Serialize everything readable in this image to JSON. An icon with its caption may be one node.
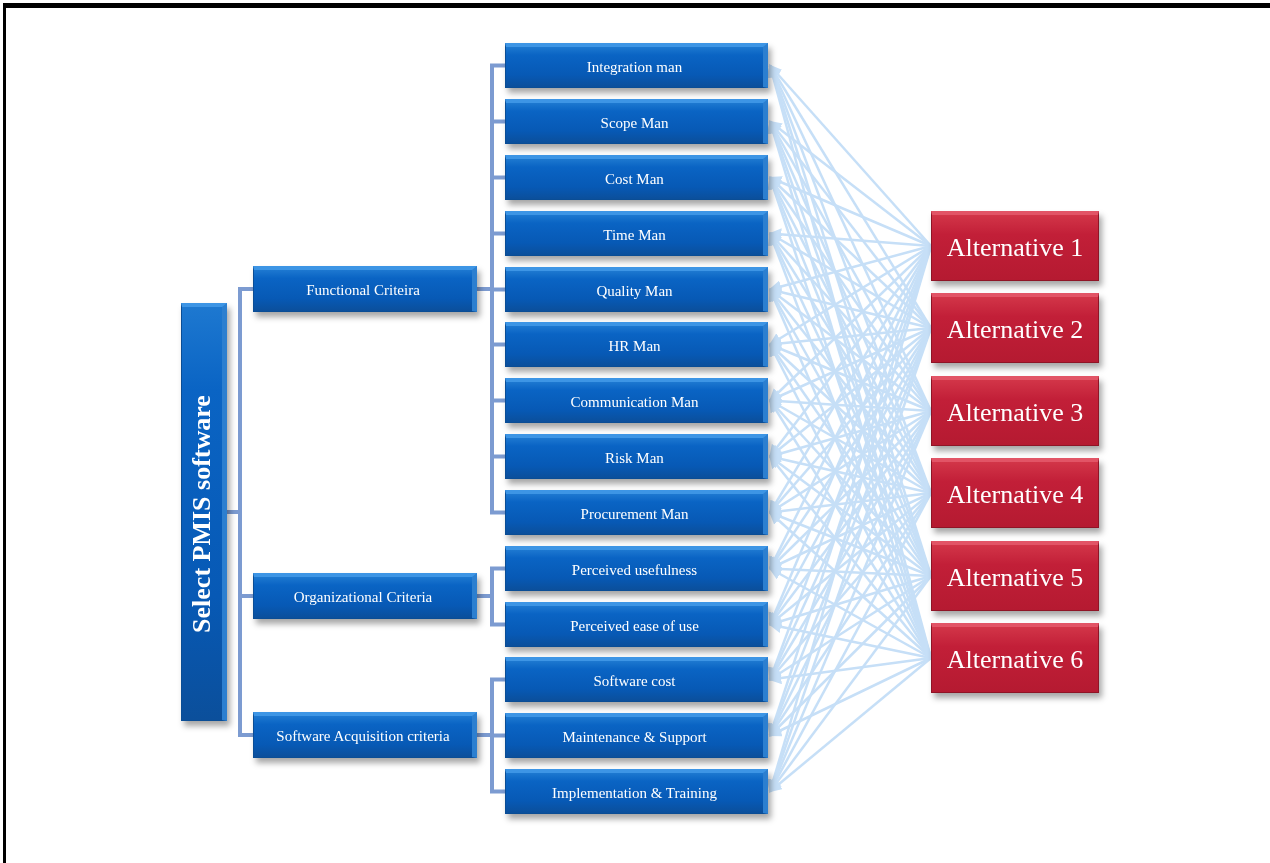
{
  "diagram": {
    "nodes": [
      {
        "text": [
          "Select PMIS software"
        ]
      },
      {
        "text": [
          "Functional Criteira"
        ]
      },
      {
        "text": [
          "Integration man"
        ]
      },
      {
        "text": [
          "Scope Man"
        ]
      },
      {
        "text": [
          "Cost Man"
        ]
      },
      {
        "text": [
          "Time Man"
        ]
      },
      {
        "text": [
          "Quality Man"
        ]
      },
      {
        "text": [
          "HR Man"
        ]
      },
      {
        "text": [
          "Communication Man"
        ]
      },
      {
        "text": [
          "Risk Man"
        ]
      },
      {
        "text": [
          "Procurement Man"
        ]
      },
      {
        "text": [
          "Organizational Criteria"
        ]
      },
      {
        "text": [
          "Perceived usefulness"
        ]
      },
      {
        "text": [
          "Perceived ease of use"
        ]
      },
      {
        "text": [
          "Software Acquisition criteria"
        ]
      },
      {
        "text": [
          "Software cost"
        ]
      },
      {
        "text": [
          "Maintenance & Support"
        ]
      },
      {
        "text": [
          "Implementation & Training"
        ]
      },
      {
        "text": [
          "Alternative 1"
        ]
      },
      {
        "text": [
          "Alternative 2"
        ]
      },
      {
        "text": [
          "Alternative 3"
        ]
      },
      {
        "text": [
          "Alternative 4"
        ]
      },
      {
        "text": [
          "Alternative 5"
        ]
      },
      {
        "text": [
          "Alternative 6"
        ]
      }
    ],
    "edges": [
      {
        "from": 0,
        "to": 1,
        "arrow": "none"
      },
      {
        "from": 0,
        "to": 11,
        "arrow": "none"
      },
      {
        "from": 0,
        "to": 14,
        "arrow": "none"
      },
      {
        "from": 1,
        "to": 2,
        "arrow": "none"
      },
      {
        "from": 1,
        "to": 3,
        "arrow": "none"
      },
      {
        "from": 1,
        "to": 4,
        "arrow": "none"
      },
      {
        "from": 1,
        "to": 5,
        "arrow": "none"
      },
      {
        "from": 1,
        "to": 6,
        "arrow": "none"
      },
      {
        "from": 1,
        "to": 7,
        "arrow": "none"
      },
      {
        "from": 1,
        "to": 8,
        "arrow": "none"
      },
      {
        "from": 1,
        "to": 9,
        "arrow": "none"
      },
      {
        "from": 1,
        "to": 10,
        "arrow": "none"
      },
      {
        "from": 11,
        "to": 12,
        "arrow": "none"
      },
      {
        "from": 11,
        "to": 13,
        "arrow": "none"
      },
      {
        "from": 14,
        "to": 15,
        "arrow": "none"
      },
      {
        "from": 14,
        "to": 16,
        "arrow": "none"
      },
      {
        "from": 14,
        "to": 17,
        "arrow": "none"
      },
      {
        "from": 18,
        "to": 2,
        "arrow": "to",
        "color": "#c6dff7"
      },
      {
        "from": 18,
        "to": 3,
        "arrow": "to",
        "color": "#c6dff7"
      },
      {
        "from": 18,
        "to": 4,
        "arrow": "to",
        "color": "#c6dff7"
      },
      {
        "from": 18,
        "to": 5,
        "arrow": "to",
        "color": "#c6dff7"
      },
      {
        "from": 18,
        "to": 6,
        "arrow": "to",
        "color": "#c6dff7"
      },
      {
        "from": 18,
        "to": 7,
        "arrow": "to",
        "color": "#c6dff7"
      },
      {
        "from": 18,
        "to": 8,
        "arrow": "to",
        "color": "#c6dff7"
      },
      {
        "from": 18,
        "to": 9,
        "arrow": "to",
        "color": "#c6dff7"
      },
      {
        "from": 18,
        "to": 10,
        "arrow": "to",
        "color": "#c6dff7"
      },
      {
        "from": 18,
        "to": 12,
        "arrow": "to",
        "color": "#c6dff7"
      },
      {
        "from": 18,
        "to": 13,
        "arrow": "to",
        "color": "#c6dff7"
      },
      {
        "from": 18,
        "to": 15,
        "arrow": "to",
        "color": "#c6dff7"
      },
      {
        "from": 18,
        "to": 16,
        "arrow": "to",
        "color": "#c6dff7"
      },
      {
        "from": 18,
        "to": 17,
        "arrow": "to",
        "color": "#c6dff7"
      },
      {
        "from": 19,
        "to": 2,
        "arrow": "to",
        "color": "#c6dff7"
      },
      {
        "from": 19,
        "to": 3,
        "arrow": "to",
        "color": "#c6dff7"
      },
      {
        "from": 19,
        "to": 4,
        "arrow": "to",
        "color": "#c6dff7"
      },
      {
        "from": 19,
        "to": 5,
        "arrow": "to",
        "color": "#c6dff7"
      },
      {
        "from": 19,
        "to": 6,
        "arrow": "to",
        "color": "#c6dff7"
      },
      {
        "from": 19,
        "to": 7,
        "arrow": "to",
        "color": "#c6dff7"
      },
      {
        "from": 19,
        "to": 8,
        "arrow": "to",
        "color": "#c6dff7"
      },
      {
        "from": 19,
        "to": 9,
        "arrow": "to",
        "color": "#c6dff7"
      },
      {
        "from": 19,
        "to": 10,
        "arrow": "to",
        "color": "#c6dff7"
      },
      {
        "from": 19,
        "to": 12,
        "arrow": "to",
        "color": "#c6dff7"
      },
      {
        "from": 19,
        "to": 13,
        "arrow": "to",
        "color": "#c6dff7"
      },
      {
        "from": 19,
        "to": 15,
        "arrow": "to",
        "color": "#c6dff7"
      },
      {
        "from": 19,
        "to": 16,
        "arrow": "to",
        "color": "#c6dff7"
      },
      {
        "from": 19,
        "to": 17,
        "arrow": "to",
        "color": "#c6dff7"
      },
      {
        "from": 20,
        "to": 2,
        "arrow": "to",
        "color": "#c6dff7"
      },
      {
        "from": 20,
        "to": 3,
        "arrow": "to",
        "color": "#c6dff7"
      },
      {
        "from": 20,
        "to": 4,
        "arrow": "to",
        "color": "#c6dff7"
      },
      {
        "from": 20,
        "to": 5,
        "arrow": "to",
        "color": "#c6dff7"
      },
      {
        "from": 20,
        "to": 6,
        "arrow": "to",
        "color": "#c6dff7"
      },
      {
        "from": 20,
        "to": 7,
        "arrow": "to",
        "color": "#c6dff7"
      },
      {
        "from": 20,
        "to": 8,
        "arrow": "to",
        "color": "#c6dff7"
      },
      {
        "from": 20,
        "to": 9,
        "arrow": "to",
        "color": "#c6dff7"
      },
      {
        "from": 20,
        "to": 10,
        "arrow": "to",
        "color": "#c6dff7"
      },
      {
        "from": 20,
        "to": 12,
        "arrow": "to",
        "color": "#c6dff7"
      },
      {
        "from": 20,
        "to": 13,
        "arrow": "to",
        "color": "#c6dff7"
      },
      {
        "from": 20,
        "to": 15,
        "arrow": "to",
        "color": "#c6dff7"
      },
      {
        "from": 20,
        "to": 16,
        "arrow": "to",
        "color": "#c6dff7"
      },
      {
        "from": 20,
        "to": 17,
        "arrow": "to",
        "color": "#c6dff7"
      },
      {
        "from": 21,
        "to": 2,
        "arrow": "to",
        "color": "#c6dff7"
      },
      {
        "from": 21,
        "to": 3,
        "arrow": "to",
        "color": "#c6dff7"
      },
      {
        "from": 21,
        "to": 4,
        "arrow": "to",
        "color": "#c6dff7"
      },
      {
        "from": 21,
        "to": 5,
        "arrow": "to",
        "color": "#c6dff7"
      },
      {
        "from": 21,
        "to": 6,
        "arrow": "to",
        "color": "#c6dff7"
      },
      {
        "from": 21,
        "to": 7,
        "arrow": "to",
        "color": "#c6dff7"
      },
      {
        "from": 21,
        "to": 8,
        "arrow": "to",
        "color": "#c6dff7"
      },
      {
        "from": 21,
        "to": 9,
        "arrow": "to",
        "color": "#c6dff7"
      },
      {
        "from": 21,
        "to": 10,
        "arrow": "to",
        "color": "#c6dff7"
      },
      {
        "from": 21,
        "to": 12,
        "arrow": "to",
        "color": "#c6dff7"
      },
      {
        "from": 21,
        "to": 13,
        "arrow": "to",
        "color": "#c6dff7"
      },
      {
        "from": 21,
        "to": 15,
        "arrow": "to",
        "color": "#c6dff7"
      },
      {
        "from": 21,
        "to": 16,
        "arrow": "to",
        "color": "#c6dff7"
      },
      {
        "from": 21,
        "to": 17,
        "arrow": "to",
        "color": "#c6dff7"
      },
      {
        "from": 22,
        "to": 2,
        "arrow": "to",
        "color": "#c6dff7"
      },
      {
        "from": 22,
        "to": 3,
        "arrow": "to",
        "color": "#c6dff7"
      },
      {
        "from": 22,
        "to": 4,
        "arrow": "to",
        "color": "#c6dff7"
      },
      {
        "from": 22,
        "to": 5,
        "arrow": "to",
        "color": "#c6dff7"
      },
      {
        "from": 22,
        "to": 6,
        "arrow": "to",
        "color": "#c6dff7"
      },
      {
        "from": 22,
        "to": 7,
        "arrow": "to",
        "color": "#c6dff7"
      },
      {
        "from": 22,
        "to": 8,
        "arrow": "to",
        "color": "#c6dff7"
      },
      {
        "from": 22,
        "to": 9,
        "arrow": "to",
        "color": "#c6dff7"
      },
      {
        "from": 22,
        "to": 10,
        "arrow": "to",
        "color": "#c6dff7"
      },
      {
        "from": 22,
        "to": 12,
        "arrow": "to",
        "color": "#c6dff7"
      },
      {
        "from": 22,
        "to": 13,
        "arrow": "to",
        "color": "#c6dff7"
      },
      {
        "from": 22,
        "to": 15,
        "arrow": "to",
        "color": "#c6dff7"
      },
      {
        "from": 22,
        "to": 16,
        "arrow": "to",
        "color": "#c6dff7"
      },
      {
        "from": 22,
        "to": 17,
        "arrow": "to",
        "color": "#c6dff7"
      },
      {
        "from": 23,
        "to": 2,
        "arrow": "to",
        "color": "#c6dff7"
      },
      {
        "from": 23,
        "to": 3,
        "arrow": "to",
        "color": "#c6dff7"
      },
      {
        "from": 23,
        "to": 4,
        "arrow": "to",
        "color": "#c6dff7"
      },
      {
        "from": 23,
        "to": 5,
        "arrow": "to",
        "color": "#c6dff7"
      },
      {
        "from": 23,
        "to": 6,
        "arrow": "to",
        "color": "#c6dff7"
      },
      {
        "from": 23,
        "to": 7,
        "arrow": "to",
        "color": "#c6dff7"
      },
      {
        "from": 23,
        "to": 8,
        "arrow": "to",
        "color": "#c6dff7"
      },
      {
        "from": 23,
        "to": 9,
        "arrow": "to",
        "color": "#c6dff7"
      },
      {
        "from": 23,
        "to": 10,
        "arrow": "to",
        "color": "#c6dff7"
      },
      {
        "from": 23,
        "to": 12,
        "arrow": "to",
        "color": "#c6dff7"
      },
      {
        "from": 23,
        "to": 13,
        "arrow": "to",
        "color": "#c6dff7"
      },
      {
        "from": 23,
        "to": 15,
        "arrow": "to",
        "color": "#c6dff7"
      },
      {
        "from": 23,
        "to": 16,
        "arrow": "to",
        "color": "#c6dff7"
      },
      {
        "from": 23,
        "to": 17,
        "arrow": "to",
        "color": "#c6dff7"
      }
    ]
  }
}
